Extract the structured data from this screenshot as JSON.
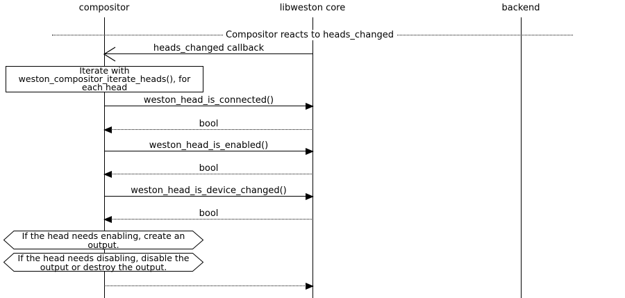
{
  "participants": [
    {
      "label": "compositor"
    },
    {
      "label": "libweston core"
    },
    {
      "label": "backend"
    }
  ],
  "divider": {
    "label": "Compositor reacts to heads_changed"
  },
  "messages": [
    {
      "label": "heads_changed callback",
      "from": "libweston core",
      "to": "compositor",
      "line": "solid",
      "arrow": "open"
    },
    {
      "label": "weston_head_is_connected()",
      "from": "compositor",
      "to": "libweston core",
      "line": "solid",
      "arrow": "filled"
    },
    {
      "label": "bool",
      "from": "libweston core",
      "to": "compositor",
      "line": "dotted",
      "arrow": "filled"
    },
    {
      "label": "weston_head_is_enabled()",
      "from": "compositor",
      "to": "libweston core",
      "line": "solid",
      "arrow": "filled"
    },
    {
      "label": "bool",
      "from": "libweston core",
      "to": "compositor",
      "line": "dotted",
      "arrow": "filled"
    },
    {
      "label": "weston_head_is_device_changed()",
      "from": "compositor",
      "to": "libweston core",
      "line": "solid",
      "arrow": "filled"
    },
    {
      "label": "bool",
      "from": "libweston core",
      "to": "compositor",
      "line": "dotted",
      "arrow": "filled"
    },
    {
      "label": "",
      "from": "compositor",
      "to": "libweston core",
      "line": "dotted",
      "arrow": "filled"
    }
  ],
  "notes": {
    "iterate": {
      "shape": "rect",
      "lines": [
        "Iterate with",
        "weston_compositor_iterate_heads(), for",
        "each head"
      ]
    },
    "enable": {
      "shape": "hexagon",
      "lines": [
        "If the head needs enabling, create an",
        "output."
      ]
    },
    "disable": {
      "shape": "hexagon",
      "lines": [
        "If the head needs disabling, disable the",
        "output or destroy the output."
      ]
    }
  },
  "colors": {
    "line": "#000000",
    "background": "#ffffff"
  }
}
